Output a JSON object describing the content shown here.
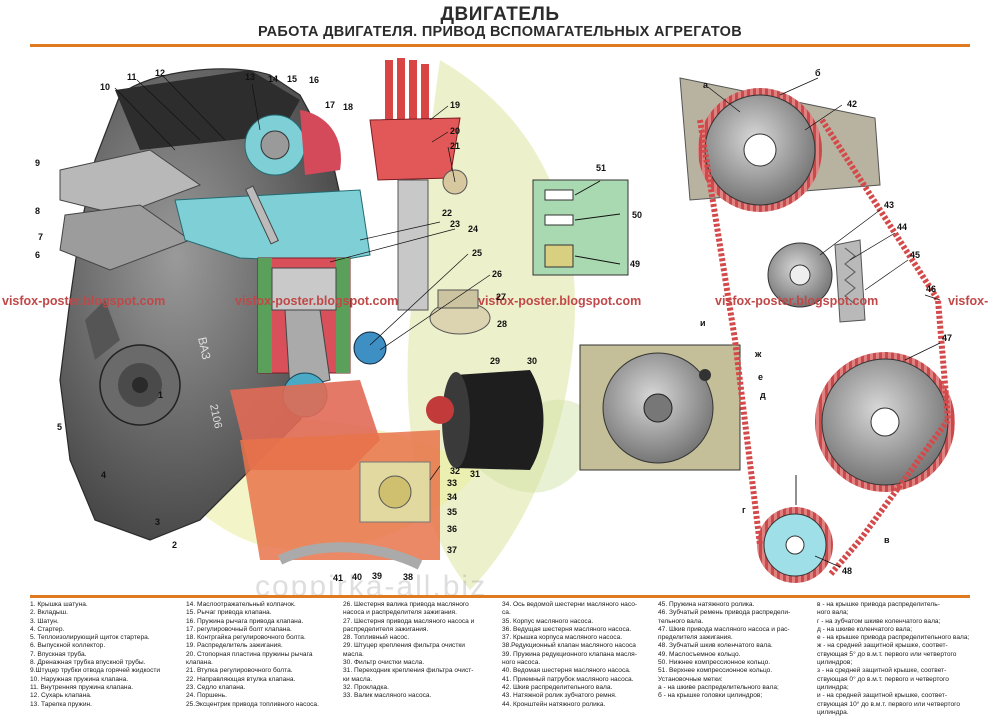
{
  "header": {
    "title": "ДВИГАТЕЛЬ",
    "subtitle": "РАБОТА ДВИГАТЕЛЯ. ПРИВОД ВСПОМАГАТЕЛЬНЫХ АГРЕГАТОВ"
  },
  "watermarks": {
    "blog_left": "visfox-poster.blogspot.com",
    "blog_mid": "visfox-poster.blogspot.com",
    "blog_mid2": "visfox-poster.blogspot.com",
    "blog_right": "visfox-poster.blogspot.com",
    "blog_far_right": "visfox-",
    "bottom": "coppirka-all.biz"
  },
  "engine_marks": {
    "vaz": "ВАЗ",
    "code": "2106"
  },
  "callouts": {
    "n1": "1",
    "n2": "2",
    "n3": "3",
    "n4": "4",
    "n5": "5",
    "n6": "6",
    "n7": "7",
    "n8": "8",
    "n9": "9",
    "n10": "10",
    "n11": "11",
    "n12": "12",
    "n13": "13",
    "n14": "14",
    "n15": "15",
    "n16": "16",
    "n17": "17",
    "n18": "18",
    "n19": "19",
    "n20": "20",
    "n21": "21",
    "n22": "22",
    "n23": "23",
    "n24": "24",
    "n25": "25",
    "n26": "26",
    "n27": "27",
    "n28": "28",
    "n29": "29",
    "n30": "30",
    "n31": "31",
    "n32": "32",
    "n33": "33",
    "n34": "34",
    "n35": "35",
    "n36": "36",
    "n37": "37",
    "n38": "38",
    "n39": "39",
    "n40": "40",
    "n41": "41",
    "n42": "42",
    "n43": "43",
    "n44": "44",
    "n45": "45",
    "n46": "46",
    "n47": "47",
    "n48": "48",
    "n49": "49",
    "n50": "50",
    "n51": "51",
    "a": "а",
    "b": "б",
    "v": "в",
    "g": "г",
    "d": "д",
    "e": "е",
    "zh": "ж",
    "i": "и"
  },
  "legend": {
    "col1": [
      "1. Крышка шатуна.",
      "2. Вкладыш.",
      "3. Шатун.",
      "4. Стартер.",
      "5. Теплоизолирующий щиток стартера.",
      "6. Выпускной коллектор.",
      "7. Впускная труба.",
      "8. Дренажная трубка впускной трубы.",
      "9.Штуцер трубки отвода горячей жидкости",
      "10. Наружная пружина клапана.",
      "11. Внутренняя пружина клапана.",
      "12. Сухарь клапана.",
      "13. Тарелка пружин."
    ],
    "col2": [
      "14. Маслоотражательный колпачок.",
      "15. Рычаг привода клапана.",
      "16. Пружина рычага привода клапана.",
      "17. регулировочный болт клапана.",
      "18. Контргайка регулировочного болта.",
      "19. Распределитель зажигания.",
      "20. Стопорная пластина пружины рычага",
      "клапана.",
      "21. Втулка регулировочного болта.",
      "22. Направляющая втулка клапана.",
      "23. Седло клапана.",
      "24. Поршень.",
      "25.Эксцентрик привода топливного насоса."
    ],
    "col3": [
      "26. Шестерня валика привода масляного",
      "насоса и распределителя зажигания.",
      "27. Шестерня привода масляного насоса и",
      "распределителя зажигания.",
      "28. Топливный насос.",
      "29. Штуцер крепления фильтра очистки",
      "масла.",
      "30. Фильтр очистки масла.",
      "31. Переходник крепления фильтра очист-",
      "ки масла.",
      "32. Прокладка.",
      "33. Валик масляного насоса."
    ],
    "col4": [
      "34. Ось ведомой шестерни масляного насо-",
      "са.",
      "35. Корпус масляного насоса.",
      "36. Ведущая шестерня масляного насоса.",
      "37. Крышка корпуса масляного насоса.",
      "38.Редукционный клапан масляного насоса",
      "39. Пружина редукционного клапана масля-",
      "ного насоса.",
      "40. Ведомая шестерня масляного насоса.",
      "41. Приемный патрубок масляного насоса.",
      "42. Шкив распределительного вала.",
      "43. Натяжной ролик зубчатого ремня.",
      "44. Кронштейн натяжного ролика."
    ],
    "col5": [
      "45. Пружина натяжного ролика.",
      "46. Зубчатый ремень привода распредели-",
      "тельного вала.",
      "47. Шкив привода масляного насоса и рас-",
      "пределителя зажигания.",
      "48. Зубчатый шкив коленчатого вала.",
      "49. Маслосъемное кольцо.",
      "50. Нижнее компрессионное кольцо.",
      "51. Верхнее компрессионное кольцо.",
      "Установочные метки:",
      "а - на шкиве распределительного вала;",
      "б - на крышке головки цилиндров;"
    ],
    "col6": [
      "в - на крышке привода распределитель-",
      "ного вала;",
      "г - на зубчатом шкиве коленчатого вала;",
      "д - на шкиве коленчатого вала;",
      "е - на крышке привода распределительного вала;",
      "ж - на средней защитной крышке, соответ-",
      "ствующая 5° до в.м.т. первого или четвертого",
      "цилиндров;",
      "з - на средней защитной крышке, соответ-",
      "ствующая 0° до в.м.т. первого и четвертого",
      "цилиндра;",
      "и - на средней защитной крышке, соответ-",
      "ствующая 10° до в.м.т. первого или четвертого",
      "цилиндра."
    ]
  }
}
